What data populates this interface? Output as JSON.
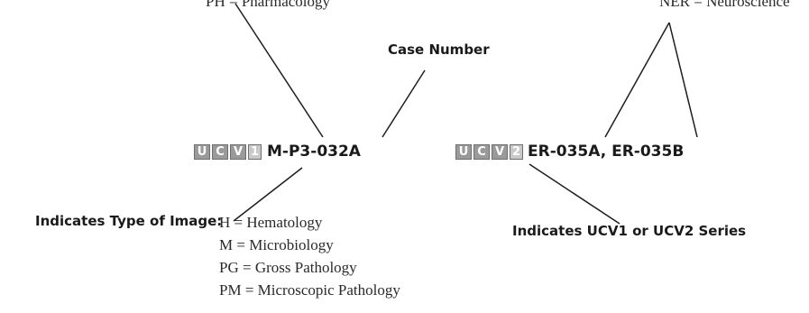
{
  "top_left_label": "PH = Pharmacology",
  "top_right_label": "NER = Neuroscience",
  "case_number_label": "Case Number",
  "example_1": {
    "badge": [
      "U",
      "C",
      "V",
      "1"
    ],
    "code": "M-P3-032A"
  },
  "example_2": {
    "badge": [
      "U",
      "C",
      "V",
      "2"
    ],
    "code": "ER-035A, ER-035B"
  },
  "image_type": {
    "label": "Indicates Type of Image:",
    "items": [
      "H = Hematology",
      "M = Microbiology",
      "PG = Gross Pathology",
      "PM = Microscopic Pathology"
    ]
  },
  "series_label": "Indicates UCV1 or UCV2 Series"
}
